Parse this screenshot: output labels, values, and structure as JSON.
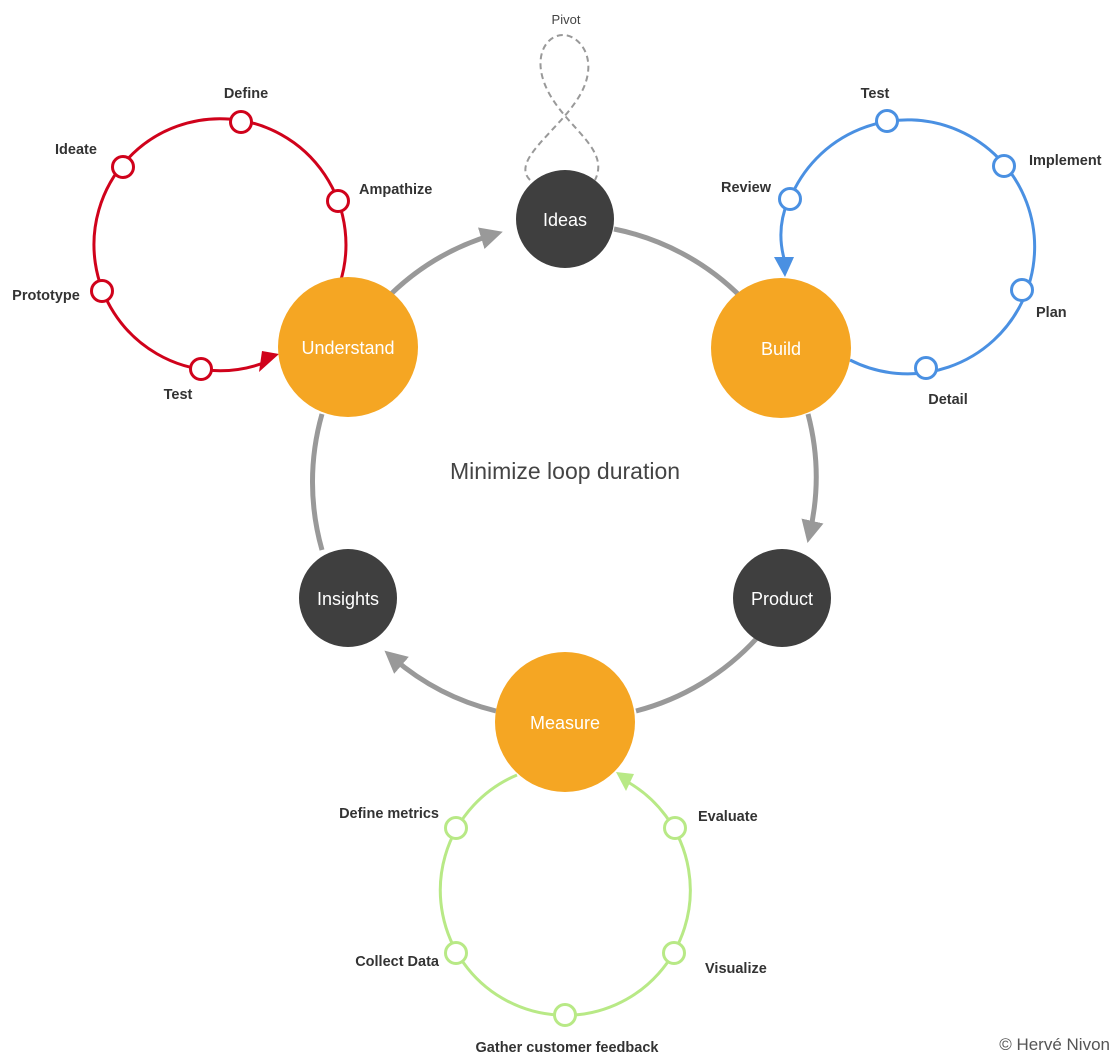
{
  "colors": {
    "main_loop": "#999999",
    "orange_node": "#F5A623",
    "dark_node": "#3F3F3F",
    "red_loop": "#D0021B",
    "blue_loop": "#4A90E2",
    "green_loop": "#B8E986",
    "pivot_line": "#999999"
  },
  "center_text": "Minimize loop duration",
  "pivot_label": "Pivot",
  "credit": "© Hervé Nivon",
  "main_nodes": {
    "ideas": "Ideas",
    "build": "Build",
    "product": "Product",
    "measure": "Measure",
    "insights": "Insights",
    "understand": "Understand"
  },
  "understand_loop": {
    "steps": [
      "Define",
      "Ideate",
      "Ampathize",
      "Prototype",
      "Test"
    ]
  },
  "build_loop": {
    "steps": [
      "Test",
      "Implement",
      "Review",
      "Plan",
      "Detail"
    ]
  },
  "measure_loop": {
    "steps": [
      "Define metrics",
      "Evaluate",
      "Collect Data",
      "Visualize",
      "Gather customer feedback"
    ]
  }
}
